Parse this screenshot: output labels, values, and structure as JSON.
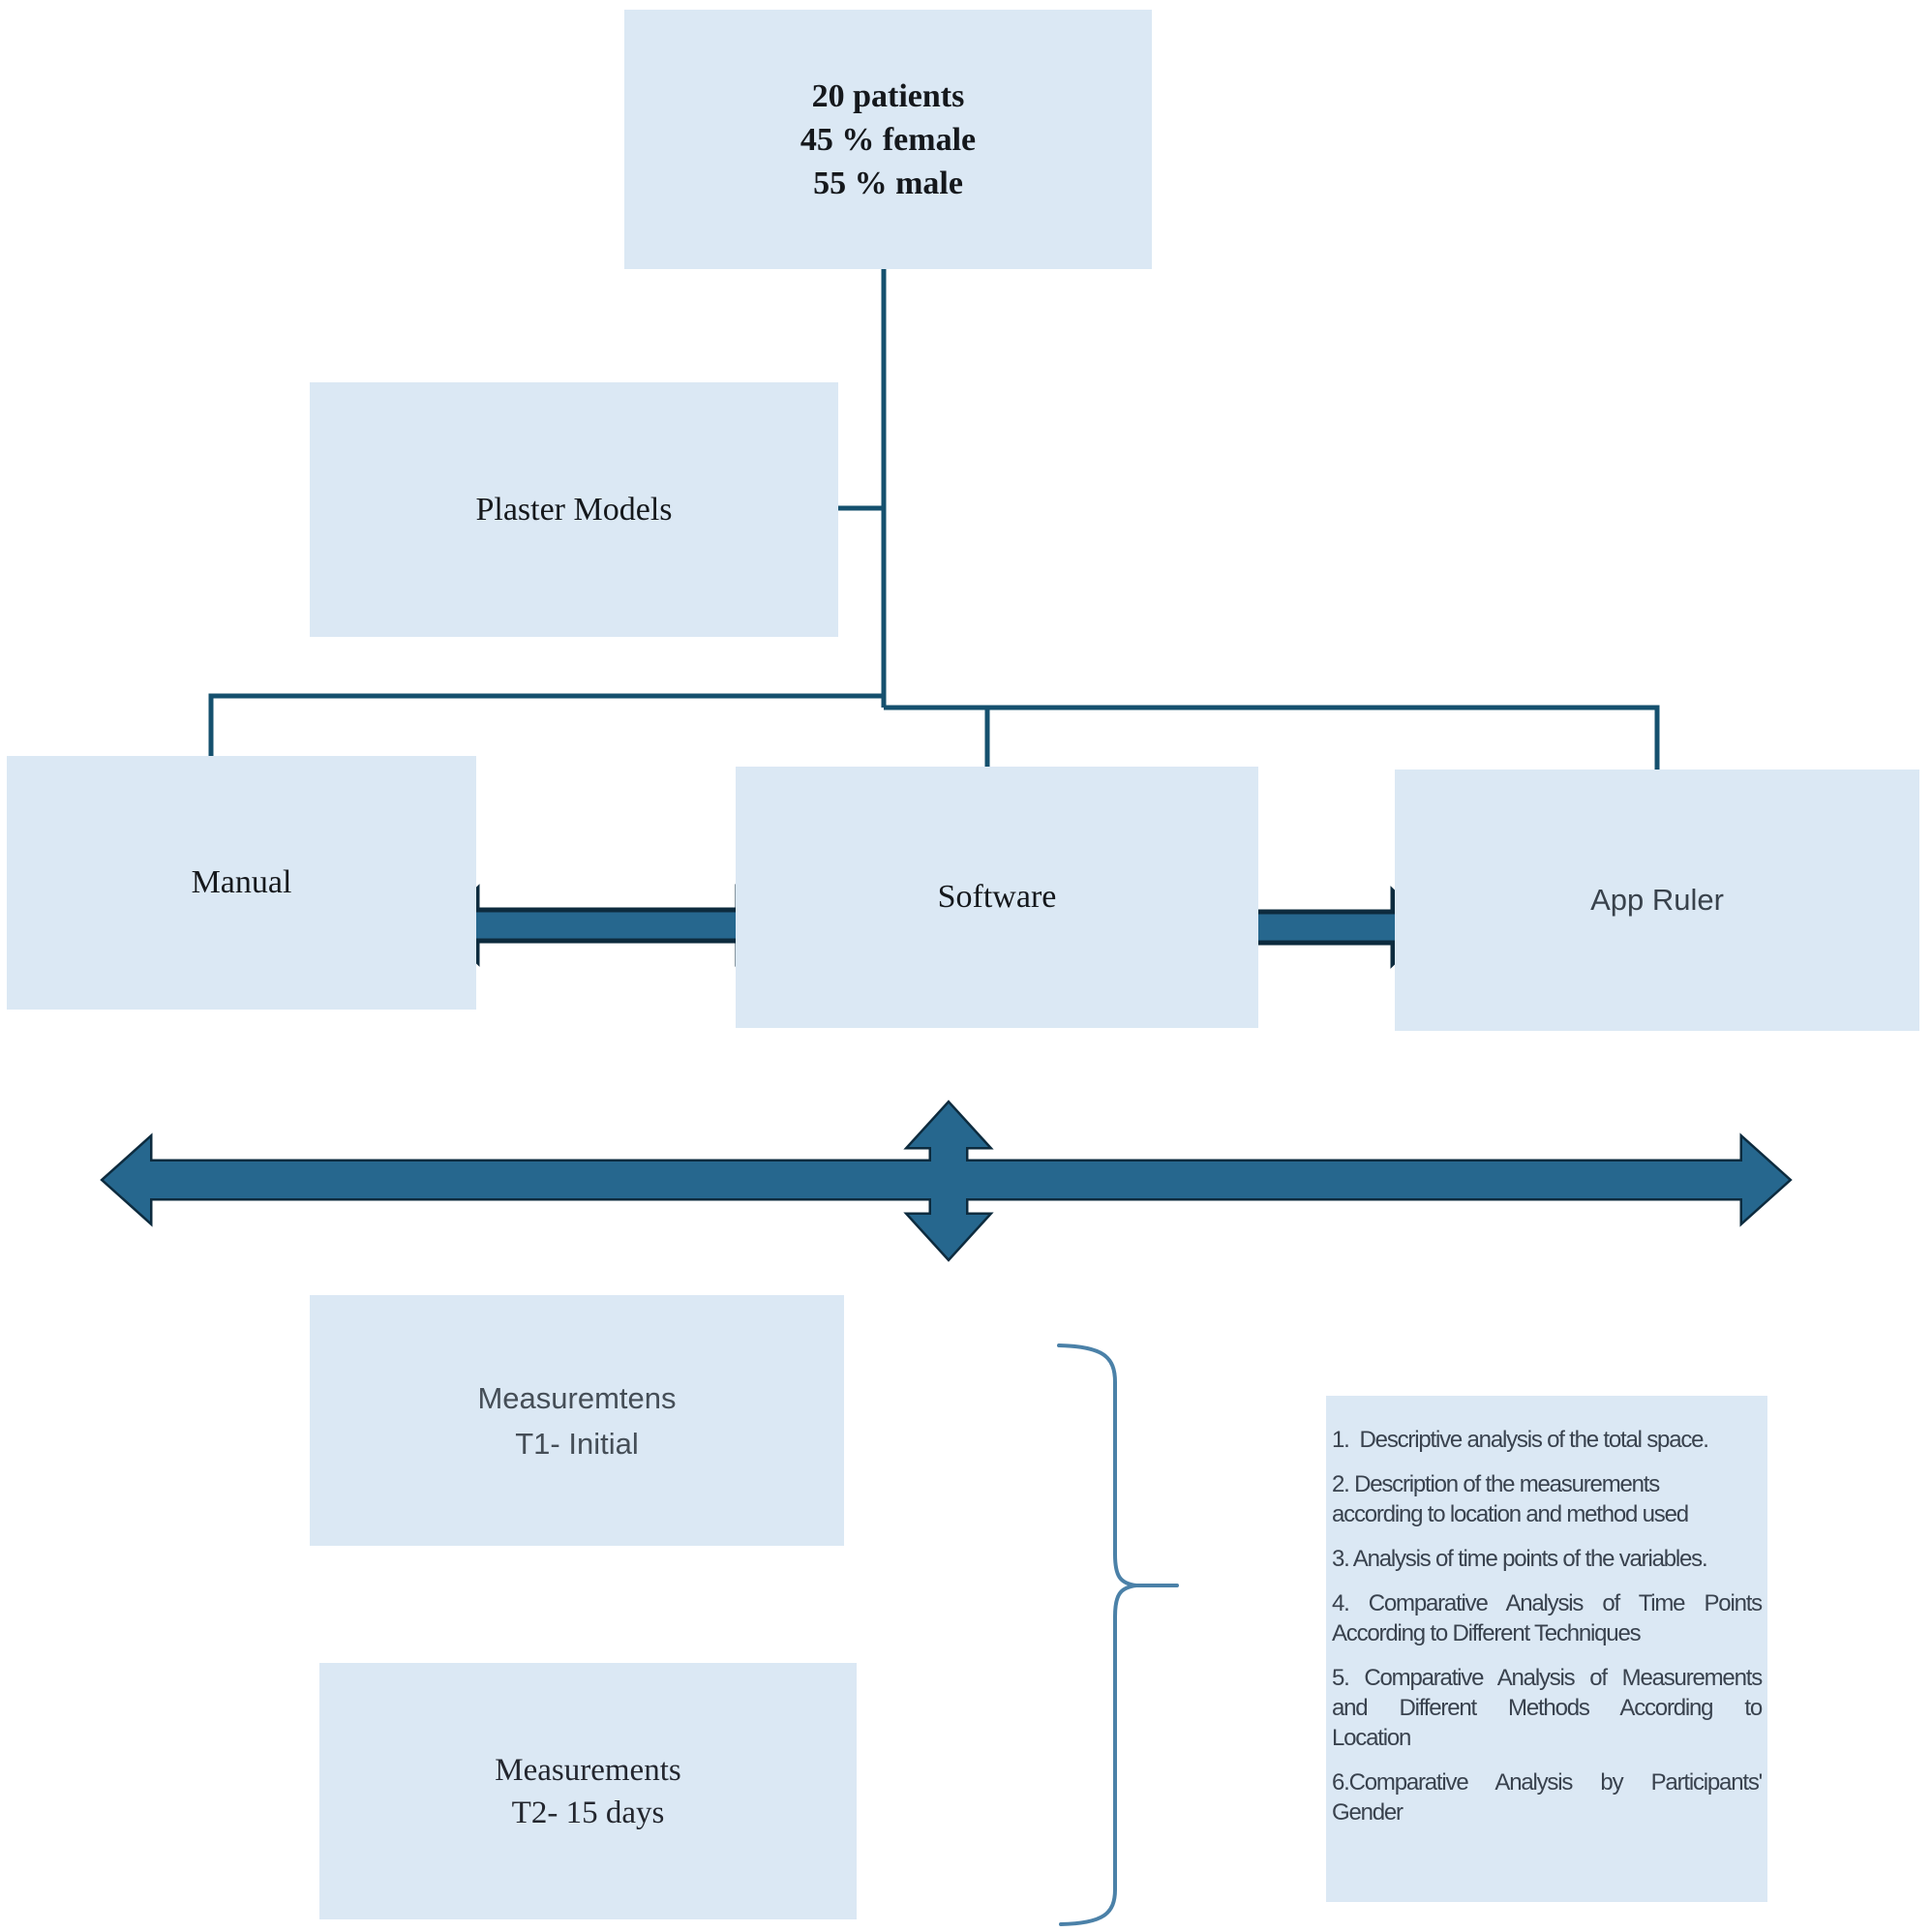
{
  "figure": {
    "type": "study-flowchart",
    "top_box": {
      "line1": "20 patients",
      "line2": "45 % female",
      "line3": "55 % male"
    },
    "plaster_box": {
      "label": "Plaster Models"
    },
    "manual_box": {
      "label": "Manual"
    },
    "software_box": {
      "label": "Software"
    },
    "app_ruler_box": {
      "label": "App Ruler"
    },
    "t1_box": {
      "line1": "Measuremtens",
      "line2": "T1- Initial"
    },
    "t2_box": {
      "line1": "Measurements",
      "line2": "T2- 15 days"
    },
    "analysis": {
      "items": [
        {
          "lines": [
            "1.  Descriptive analysis of the total space."
          ],
          "justified": []
        },
        {
          "lines": [
            "2. Description of the measurements",
            "according to location and method used"
          ],
          "justified": []
        },
        {
          "lines": [
            "3. Analysis of time points of the variables."
          ],
          "justified": []
        },
        {
          "lines": [
            "4. Comparative Analysis of Time Points",
            "According to Different Techniques"
          ],
          "justified": [
            0
          ]
        },
        {
          "lines": [
            "5. Comparative Analysis of Measurements",
            "and Different Methods According to",
            "Location"
          ],
          "justified": [
            0,
            1
          ]
        },
        {
          "lines": [
            "6.Comparative Analysis by Participants'",
            "Gender"
          ],
          "justified": [
            0
          ]
        }
      ]
    },
    "colors": {
      "box_fill": "#dbe8f4",
      "connector_line": "#15506e",
      "arrow_fill": "#26678e",
      "arrow_outline": "#0d2b3e",
      "brace": "#4b81a8"
    }
  }
}
